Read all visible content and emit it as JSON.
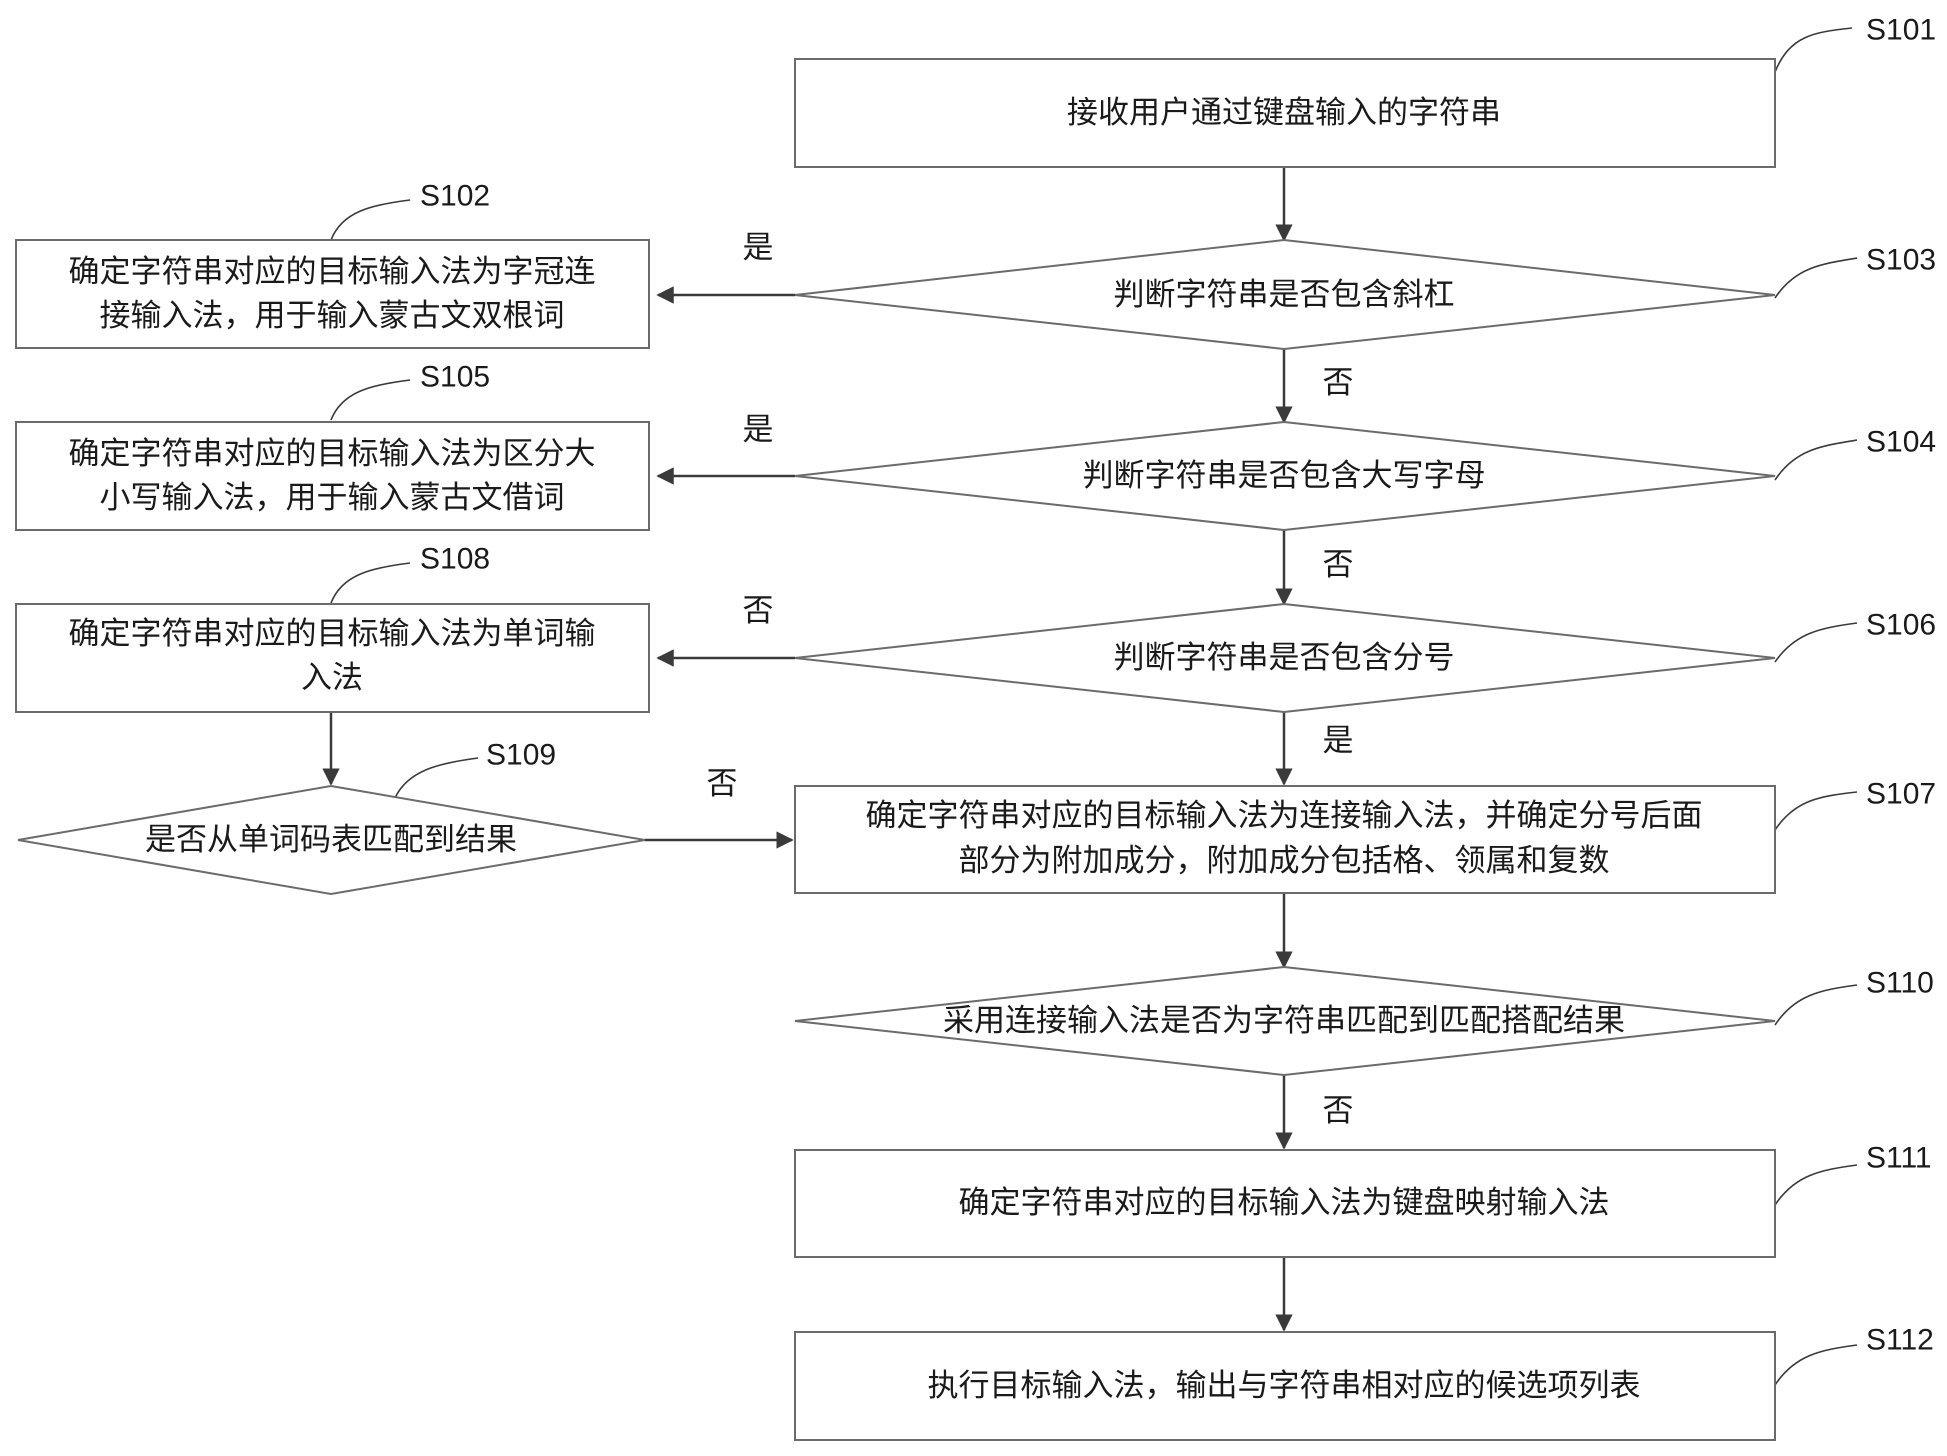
{
  "steps": {
    "s101": {
      "id": "S101",
      "text": "接收用户通过键盘输入的字符串"
    },
    "s102": {
      "id": "S102",
      "line1": "确定字符串对应的目标输入法为字冠连",
      "line2": "接输入法，用于输入蒙古文双根词"
    },
    "s103": {
      "id": "S103",
      "text": "判断字符串是否包含斜杠"
    },
    "s104": {
      "id": "S104",
      "text": "判断字符串是否包含大写字母"
    },
    "s105": {
      "id": "S105",
      "line1": "确定字符串对应的目标输入法为区分大",
      "line2": "小写输入法，用于输入蒙古文借词"
    },
    "s106": {
      "id": "S106",
      "text": "判断字符串是否包含分号"
    },
    "s107": {
      "id": "S107",
      "line1": "确定字符串对应的目标输入法为连接输入法，并确定分号后面",
      "line2": "部分为附加成分，附加成分包括格、领属和复数"
    },
    "s108": {
      "id": "S108",
      "line1": "确定字符串对应的目标输入法为单词输",
      "line2": "入法"
    },
    "s109": {
      "id": "S109",
      "text": "是否从单词码表匹配到结果"
    },
    "s110": {
      "id": "S110",
      "text": "采用连接输入法是否为字符串匹配到匹配搭配结果"
    },
    "s111": {
      "id": "S111",
      "text": "确定字符串对应的目标输入法为键盘映射输入法"
    },
    "s112": {
      "id": "S112",
      "text": "执行目标输入法，输出与字符串相对应的候选项列表"
    }
  },
  "edge_labels": {
    "s103_yes": "是",
    "s103_no": "否",
    "s104_yes": "是",
    "s104_no": "否",
    "s106_no": "否",
    "s106_yes": "是",
    "s109_no": "否",
    "s110_no": "否"
  }
}
